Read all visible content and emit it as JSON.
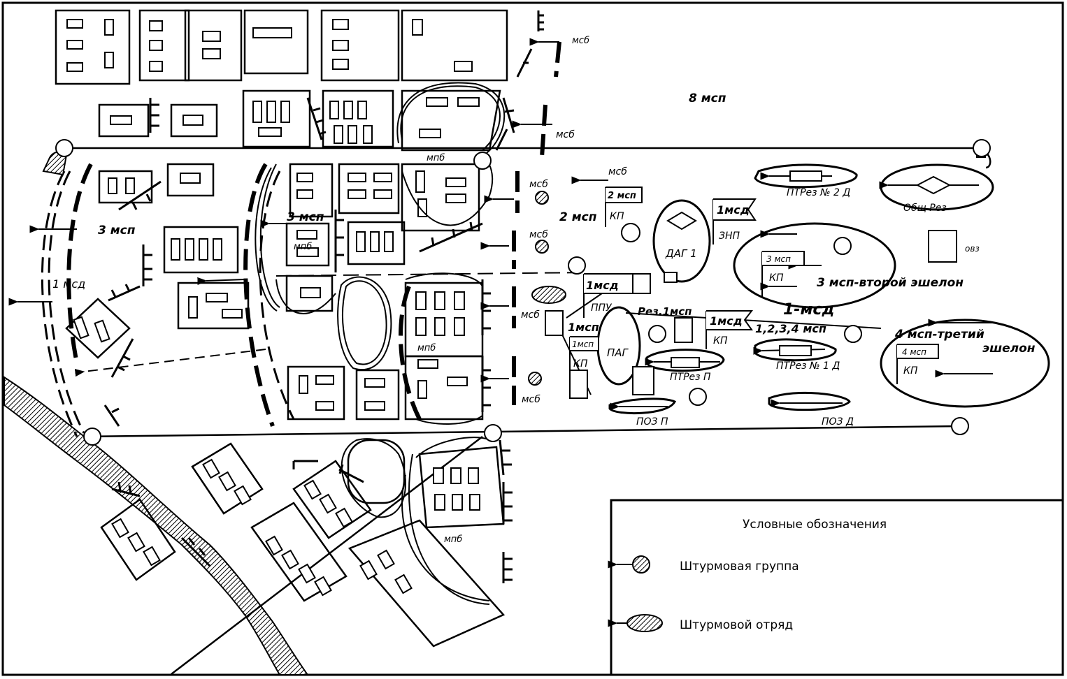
{
  "map": {
    "labels": {
      "msp8": "8 мсп",
      "msp3_west": "3 мсп",
      "msd1_west": "1 мсд",
      "msp3_center": "3 мсп",
      "msp2": "2 мсп",
      "msb_top": "мсб",
      "msb_mid": "мсб",
      "msb_c1": "мсб",
      "msb_c2": "мсб",
      "msb_c3": "мсб",
      "msb_c4": "мсб",
      "msb_arrow": "мсб",
      "mpb_top": "мпб",
      "mpb_center": "мпб",
      "mpb_lower": "мпб",
      "mpb_south": "мпб",
      "dag1": "ДАГ 1",
      "pag": "ПАГ",
      "ppu": "ППУ",
      "rez_1msp": "Рез.1мсп",
      "ptrez2": "ПТРез № 2 Д",
      "ptrez1": "ПТРез № 1 Д",
      "ptrez_p": "ПТРез П",
      "obshrez": "Общ Рез",
      "poz_p": "ПОЗ П",
      "poz_d": "ПОЗ Д",
      "ovz": "овз",
      "msp3_second": "3 мсп-второй эшелон",
      "msp4_third_a": "4 мсп-третий",
      "msp4_third_b": "эшелон",
      "msd1_big": "1-мсд",
      "msd1_regiments": "1,2,3,4 мсп"
    },
    "flags": {
      "kp_2msp_top": "2 мсп",
      "kp_2msp_bottom": "КП",
      "znp_top": "1мсд",
      "znp_bottom": "ЗНП",
      "kp_3msp_top": "3 мсп",
      "kp_3msp_bottom": "КП",
      "ppu_top": "1мсд",
      "kp_1msd_top": "1мсд",
      "kp_1msd_bottom": "КП",
      "kp_1msp_top": "1мсп",
      "kp_1msp_inner_top": "1мсп",
      "kp_1msp_inner_bottom": "КП",
      "kp_4msp_top": "4 мсп",
      "kp_4msp_bottom": "КП"
    }
  },
  "legend": {
    "title": "Условные обозначения",
    "items": [
      {
        "label": "Штурмовая группа",
        "symbol": "hatched-circle"
      },
      {
        "label": "Штурмовой отряд",
        "symbol": "hatched-ellipse"
      }
    ]
  }
}
